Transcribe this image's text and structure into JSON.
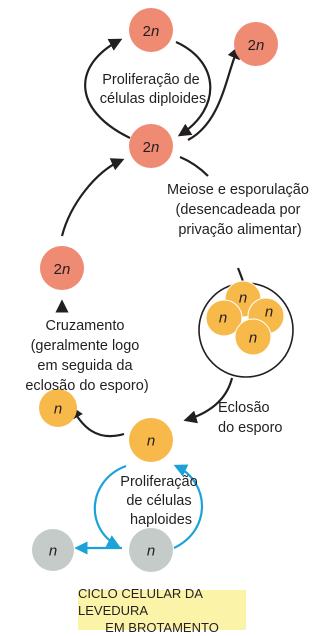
{
  "colors": {
    "diploid": "#ef8a73",
    "haploid": "#f8b94b",
    "haploid_gray": "#c5cbc8",
    "black_arrow": "#231f20",
    "blue_arrow": "#1ba3d9",
    "title_bg": "#fbf4a8"
  },
  "cells": {
    "diploid_top": "2n",
    "diploid_topright": "2n",
    "diploid_center": "2n",
    "diploid_left": "2n",
    "spore_n1": "n",
    "spore_n2": "n",
    "spore_n3": "n",
    "spore_n4": "n",
    "haploid_left": "n",
    "haploid_center": "n",
    "haploid_bottom_left": "n",
    "haploid_bottom_right": "n"
  },
  "labels": {
    "diploid_proliferation": [
      "Proliferação de",
      "células diploides"
    ],
    "meiosis": [
      "Meiose e esporulação",
      "(desencadeada por",
      "privação alimentar)"
    ],
    "mating": [
      "Cruzamento",
      "(geralmente logo",
      "em seguida da",
      "eclosão do esporo)"
    ],
    "hatching": [
      "Eclosão",
      "do esporo"
    ],
    "haploid_proliferation": [
      "Proliferação",
      "de células",
      "haploides"
    ]
  },
  "title": [
    "CICLO CELULAR DA LEVEDURA",
    "EM BROTAMENTO"
  ]
}
